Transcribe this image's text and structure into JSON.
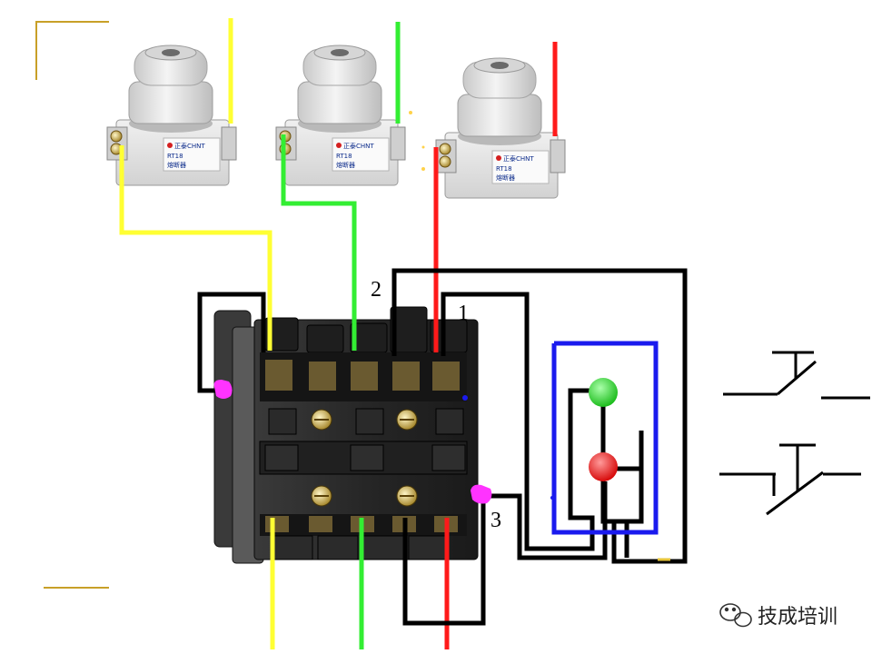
{
  "terminal_labels": {
    "l1": "1",
    "l2": "2",
    "l3": "3"
  },
  "fuse_nameplate": {
    "brand": "正泰CHNT",
    "model": "RT18",
    "text": "熔断器"
  },
  "watermark": {
    "text": "技成培训"
  },
  "colors": {
    "wire_yellow": "#ffff33",
    "wire_green": "#33ee33",
    "wire_red": "#ff1a1a",
    "wire_black": "#000000",
    "wire_blue": "#1a1aee",
    "lamp_green": "#22dd22",
    "lamp_red": "#ee1111",
    "marker_magenta": "#ff33ff",
    "accent_gold": "#c8a028",
    "contactor_body": "#2b2b2b",
    "fuse_body": "#e6e6e6"
  }
}
